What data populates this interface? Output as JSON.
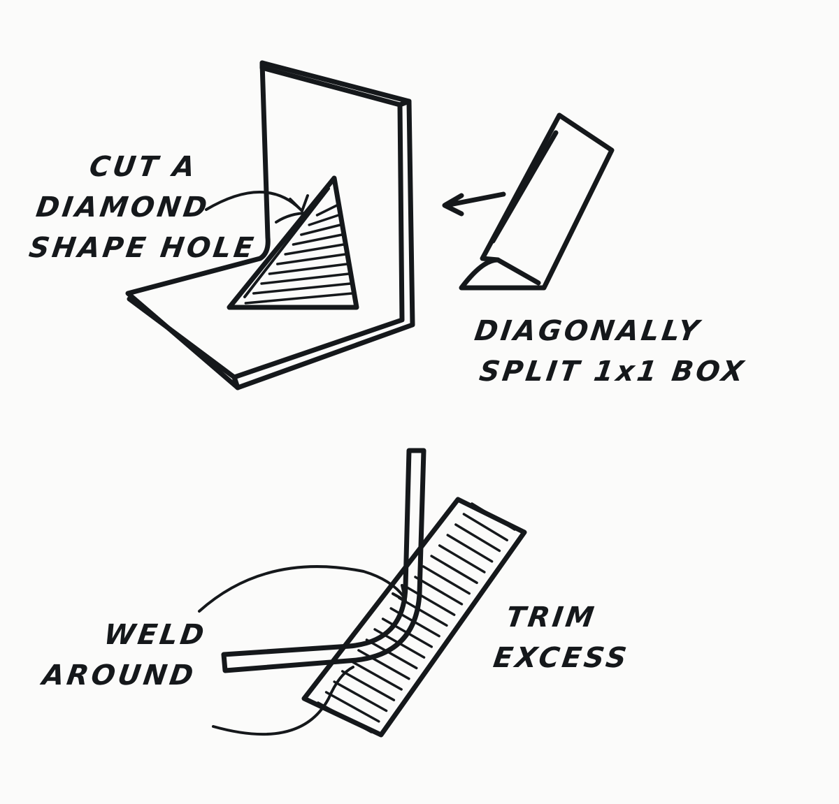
{
  "labels": {
    "cut_hole": [
      "CUT A",
      "DIAMOND",
      "SHAPE HOLE"
    ],
    "split_box": [
      "DIAGONALLY",
      "SPLIT 1x1 BOX"
    ],
    "weld": [
      "WELD",
      "AROUND"
    ],
    "trim": [
      "TRIM",
      "EXCESS"
    ]
  },
  "colors": {
    "ink": "#15181b",
    "paper": "#fbfbfa"
  }
}
